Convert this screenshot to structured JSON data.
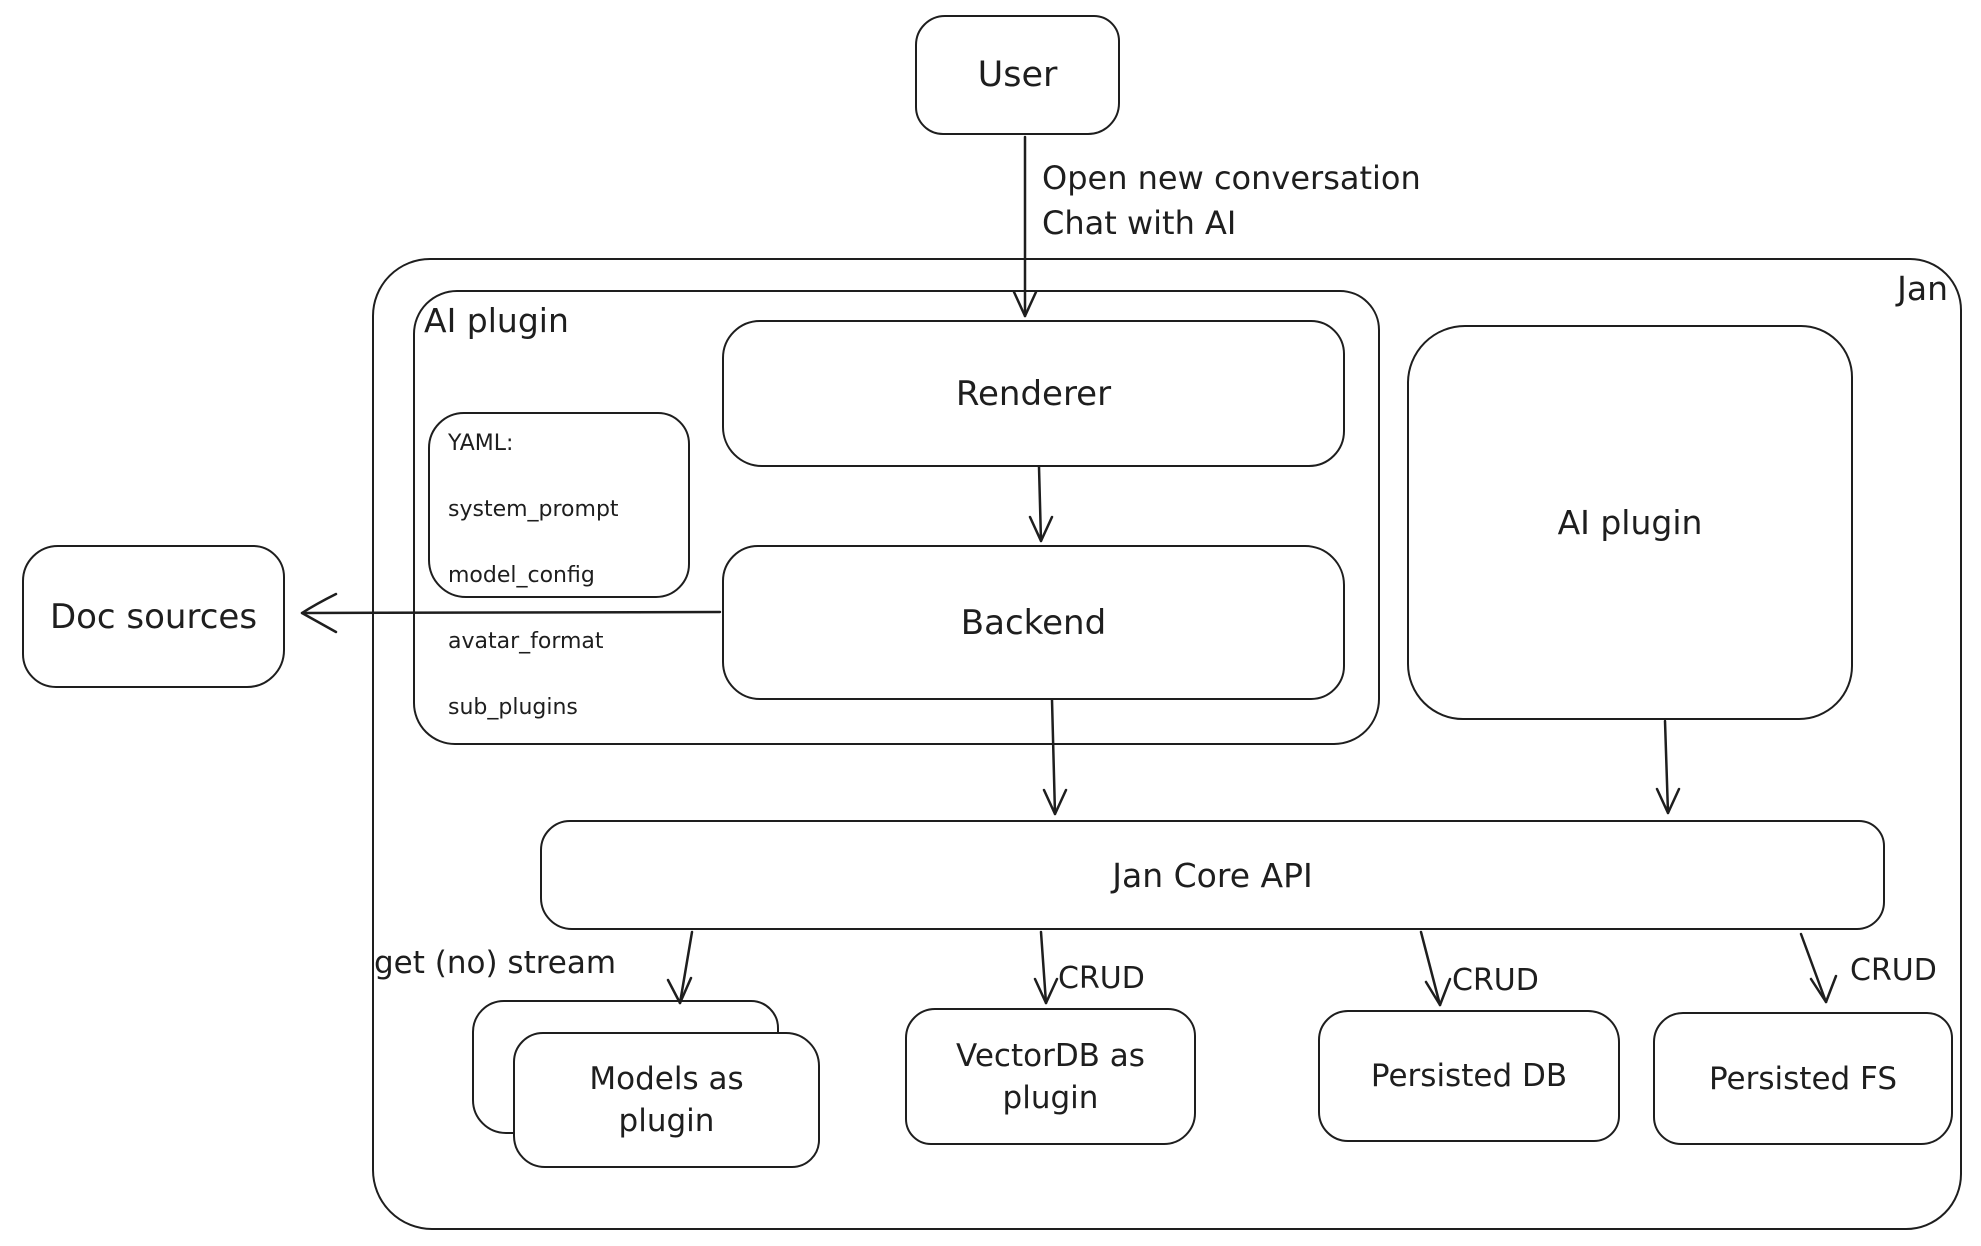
{
  "diagram": {
    "container_label": "Jan",
    "nodes": {
      "user": "User",
      "ai_plugin_group": "AI plugin",
      "yaml_note": {
        "line1": "YAML:",
        "line2": "system_prompt",
        "line3": "model_config",
        "line4": "avatar_format",
        "line5": "sub_plugins"
      },
      "renderer": "Renderer",
      "backend": "Backend",
      "ai_plugin_right": "AI plugin",
      "doc_sources": "Doc sources",
      "jan_core_api": "Jan Core API",
      "models_as_plugin": "Models as\nplugin",
      "vectordb_as_plugin": "VectorDB as\nplugin",
      "persisted_db": "Persisted DB",
      "persisted_fs": "Persisted FS"
    },
    "edges": {
      "user_to_renderer": "Open new conversation\nChat with AI",
      "core_to_models": "get (no) stream",
      "core_to_vectordb": "CRUD",
      "core_to_persisted_db": "CRUD",
      "core_to_persisted_fs": "CRUD"
    },
    "colors": {
      "stroke": "#1e1e1e",
      "background": "#ffffff"
    }
  }
}
